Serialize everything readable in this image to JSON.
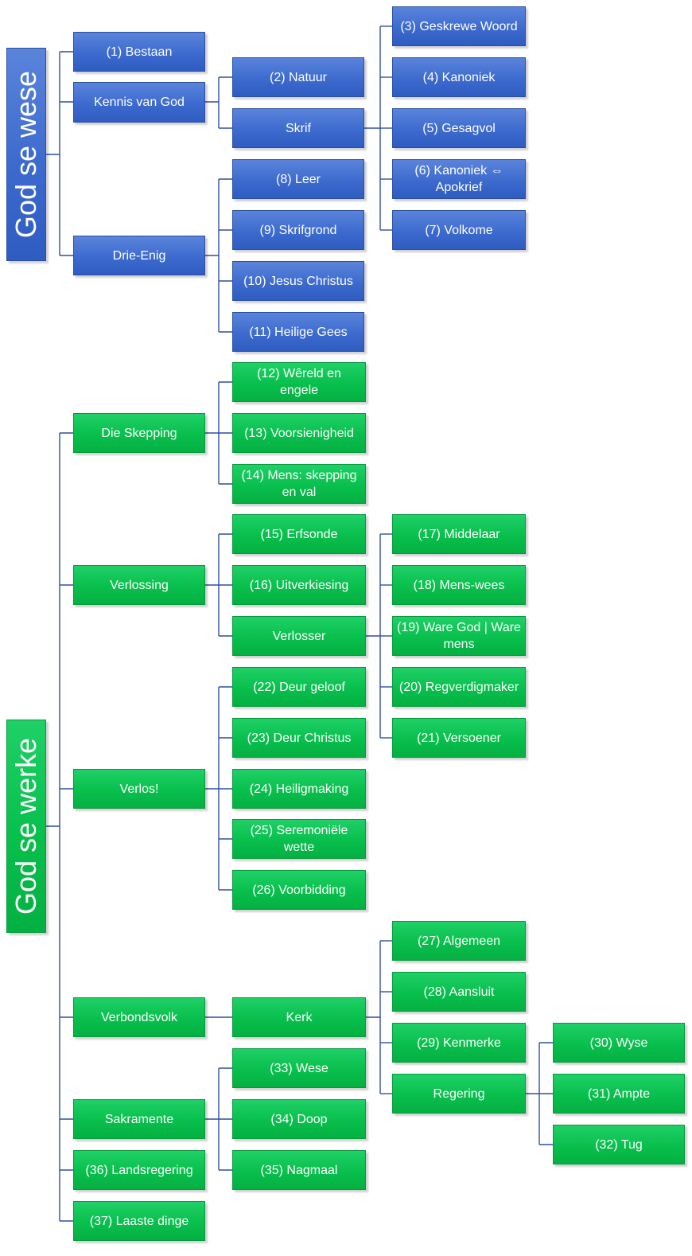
{
  "colors": {
    "blue": "#3d6ace",
    "green": "#08bf4c",
    "connector": "#2f4fa3"
  },
  "sections": [
    {
      "root": "God se wese",
      "color": "blue",
      "children": [
        {
          "label": "(1) Bestaan"
        },
        {
          "label": "Kennis van God",
          "children": [
            {
              "label": "(2) Natuur"
            },
            {
              "label": "Skrif",
              "children": [
                {
                  "label": "(3) Geskrewe Woord"
                },
                {
                  "label": "(4) Kanoniek"
                },
                {
                  "label": "(5) Gesagvol"
                },
                {
                  "label": "(6) Kanoniek ⇔ Apokrief"
                },
                {
                  "label": "(7) Volkome"
                }
              ]
            }
          ]
        },
        {
          "label": "Drie-Enig",
          "children": [
            {
              "label": "(8) Leer"
            },
            {
              "label": "(9) Skrifgrond"
            },
            {
              "label": "(10) Jesus Christus"
            },
            {
              "label": "(11) Heilige Gees"
            }
          ]
        }
      ]
    },
    {
      "root": "God se werke",
      "color": "green",
      "children": [
        {
          "label": "Die Skepping",
          "children": [
            {
              "label": "(12) Wêreld en engele"
            },
            {
              "label": "(13) Voorsienigheid"
            },
            {
              "label": "(14) Mens: skepping en val"
            }
          ]
        },
        {
          "label": "Verlossing",
          "children": [
            {
              "label": "(15) Erfsonde"
            },
            {
              "label": "(16) Uitverkiesing"
            },
            {
              "label": "Verlosser",
              "children": [
                {
                  "label": "(17) Middelaar"
                },
                {
                  "label": "(18) Mens-wees"
                },
                {
                  "label": "(19) Ware God | Ware mens"
                },
                {
                  "label": "(20) Regverdigmaker"
                },
                {
                  "label": "(21) Versoener"
                }
              ]
            }
          ]
        },
        {
          "label": "Verlos!",
          "children": [
            {
              "label": "(22) Deur geloof"
            },
            {
              "label": "(23) Deur Christus"
            },
            {
              "label": "(24) Heiligmaking"
            },
            {
              "label": "(25) Seremoniële wette"
            },
            {
              "label": "(26) Voorbidding"
            }
          ]
        },
        {
          "label": "Verbondsvolk",
          "children": [
            {
              "label": "Kerk",
              "children": [
                {
                  "label": "(27) Algemeen"
                },
                {
                  "label": "(28) Aansluit"
                },
                {
                  "label": "(29) Kenmerke"
                },
                {
                  "label": "Regering",
                  "children": [
                    {
                      "label": "(30) Wyse"
                    },
                    {
                      "label": "(31) Ampte"
                    },
                    {
                      "label": "(32) Tug"
                    }
                  ]
                }
              ]
            }
          ]
        },
        {
          "label": "Sakramente",
          "children": [
            {
              "label": "(33) Wese"
            },
            {
              "label": "(34) Doop"
            },
            {
              "label": "(35) Nagmaal"
            }
          ]
        },
        {
          "label": "(36) Landsregering"
        },
        {
          "label": "(37) Laaste dinge"
        }
      ]
    }
  ]
}
